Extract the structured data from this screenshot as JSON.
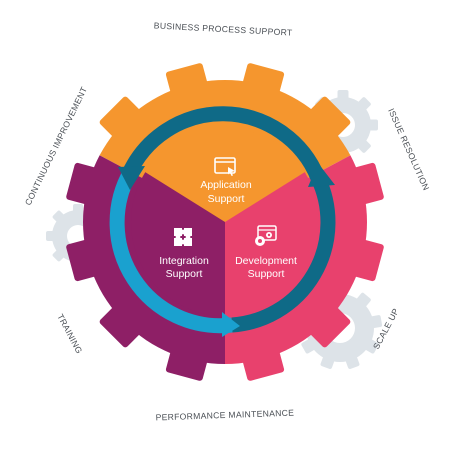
{
  "diagram": {
    "outer_labels": {
      "top": "BUSINESS PROCESS SUPPORT",
      "upper_right": "ISSUE RESOLUTION",
      "lower_right": "SCALE UP",
      "bottom": "PERFORMANCE MAINTENANCE",
      "lower_left": "TRAINING",
      "upper_left": "CONTINUOUS IMPROVEMENT"
    },
    "segments": {
      "application": {
        "line1": "Application",
        "line2": "Support"
      },
      "integration": {
        "line1": "Integration",
        "line2": "Support"
      },
      "development": {
        "line1": "Development",
        "line2": "Support"
      }
    },
    "icons": {
      "application": "browser-cursor-icon",
      "integration": "puzzle-icon",
      "development": "browser-gears-icon"
    },
    "colors": {
      "orange": "#F5962E",
      "magenta": "#E8416D",
      "purple": "#8E1F66",
      "grey_gear": "#DDE3E8",
      "ring_blue": "#1AA1CF",
      "ring_dark": "#0F6A87",
      "label": "#4a4f55"
    }
  }
}
